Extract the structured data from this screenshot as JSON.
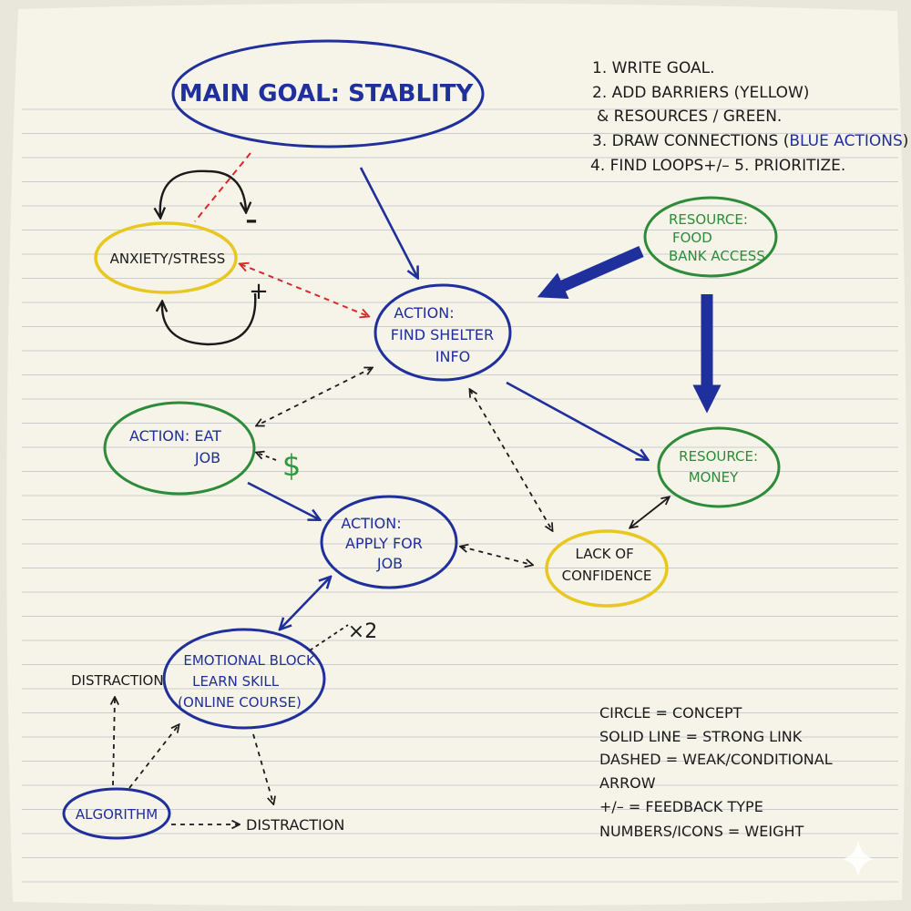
{
  "colors": {
    "paper": "#f6f3e8",
    "rule": "#c9ccd0",
    "ink": "#1a1a1a",
    "blue": "#1f2f9c",
    "green": "#2e8b3a",
    "yellow": "#e8c820",
    "red": "#d62b2b",
    "dollar": "#2e9a3a"
  },
  "main_goal": {
    "label": "MAIN GOAL: STABLITY"
  },
  "steps": [
    {
      "label": "1. WRITE GOAL."
    },
    {
      "label": "2. ADD BARRIERS (YELLOW)"
    },
    {
      "label": "& RESOURCES / GREEN."
    },
    {
      "prefix": "3. DRAW CONNECTIONS (",
      "highlight": "BLUE ACTIONS",
      "suffix": ")"
    },
    {
      "label": "4. FIND LOOPS+/– 5. PRIORITIZE."
    }
  ],
  "nodes": {
    "anxiety": {
      "label": "ANXIETY/STRESS"
    },
    "find_shelter": {
      "lines": [
        "ACTION:",
        "FIND SHELTER",
        "INFO"
      ]
    },
    "food_bank": {
      "lines": [
        "RESOURCE:",
        "FOOD",
        "BANK ACCESS"
      ]
    },
    "eat_job": {
      "lines": [
        "ACTION: EAT",
        "JOB"
      ]
    },
    "money": {
      "lines": [
        "RESOURCE:",
        "MONEY"
      ]
    },
    "apply_job": {
      "lines": [
        "ACTION:",
        "APPLY FOR",
        "JOB"
      ]
    },
    "lack_confidence": {
      "lines": [
        "LACK OF",
        "CONFIDENCE"
      ]
    },
    "emotional_block": {
      "lines": [
        "EMOTIONAL BLOCK",
        "LEARN SKILL",
        "(ONLINE COURSE)"
      ]
    },
    "algorithm": {
      "label": "ALGORITHM"
    }
  },
  "labels": {
    "distraction_left": "DISTRACTION",
    "distraction_bottom": "DISTRACTION",
    "dollar": "$",
    "times_two": "×2",
    "minus": "–",
    "plus": "+"
  },
  "legend": [
    "CIRCLE = CONCEPT",
    "SOLID LINE = STRONG LINK",
    "DASHED = WEAK/CONDITIONAL",
    "ARROW",
    "+/– = FEEDBACK TYPE",
    "NUMBERS/ICONS = WEIGHT"
  ]
}
